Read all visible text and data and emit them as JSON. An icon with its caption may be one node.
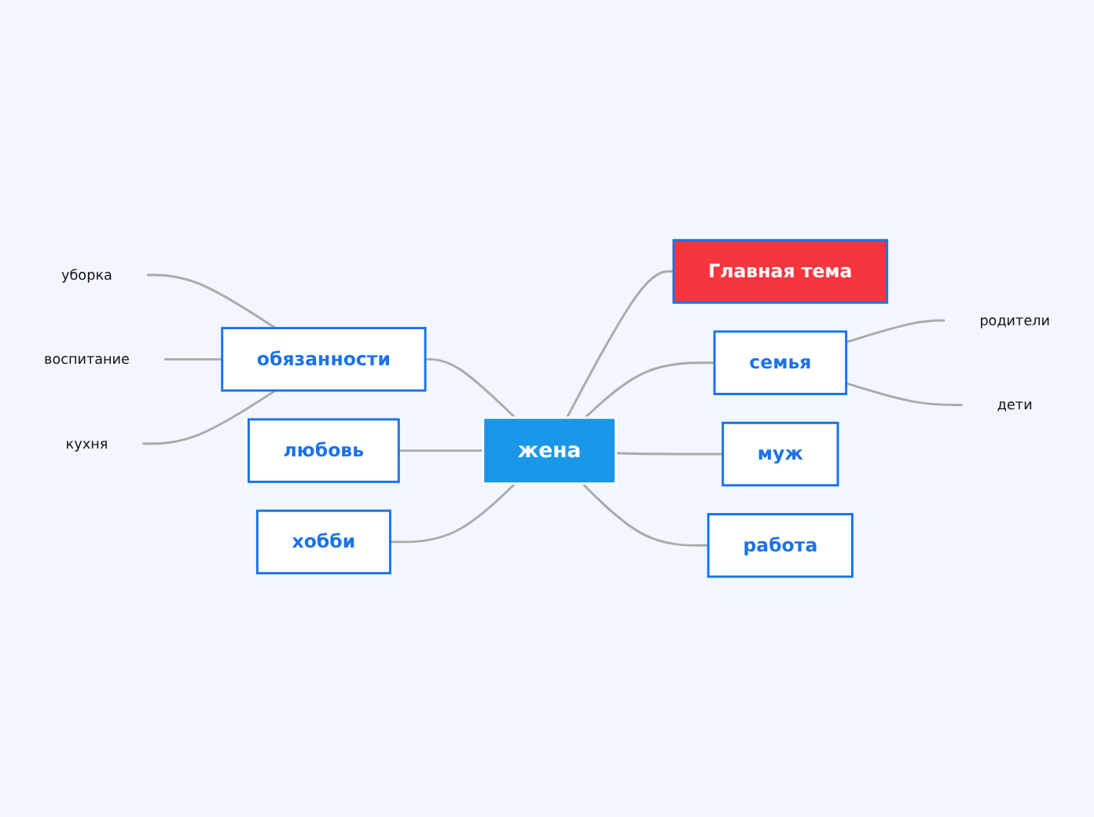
{
  "diagram": {
    "nodes": [
      {
        "text": [
          "жена"
        ]
      },
      {
        "text": [
          "Главная тема"
        ]
      },
      {
        "text": [
          "обязанности"
        ]
      },
      {
        "text": [
          "уборка"
        ]
      },
      {
        "text": [
          "воспитание"
        ]
      },
      {
        "text": [
          "кухня"
        ]
      },
      {
        "text": [
          "семья"
        ]
      },
      {
        "text": [
          "родители"
        ]
      },
      {
        "text": [
          "дети"
        ]
      },
      {
        "text": [
          "муж"
        ]
      },
      {
        "text": [
          "любовь"
        ]
      },
      {
        "text": [
          "работа"
        ]
      },
      {
        "text": [
          "хобби"
        ]
      }
    ],
    "edges": [
      {
        "from": 0,
        "to": 1,
        "arrow": "none"
      },
      {
        "from": 0,
        "to": 2,
        "arrow": "none"
      },
      {
        "from": 2,
        "to": 3,
        "arrow": "none"
      },
      {
        "from": 2,
        "to": 4,
        "arrow": "none"
      },
      {
        "from": 2,
        "to": 5,
        "arrow": "none"
      },
      {
        "from": 0,
        "to": 6,
        "arrow": "none"
      },
      {
        "from": 6,
        "to": 7,
        "arrow": "none"
      },
      {
        "from": 6,
        "to": 8,
        "arrow": "none"
      },
      {
        "from": 0,
        "to": 9,
        "arrow": "none"
      },
      {
        "from": 0,
        "to": 10,
        "arrow": "none"
      },
      {
        "from": 0,
        "to": 11,
        "arrow": "none"
      },
      {
        "from": 0,
        "to": 12,
        "arrow": "none"
      }
    ]
  }
}
